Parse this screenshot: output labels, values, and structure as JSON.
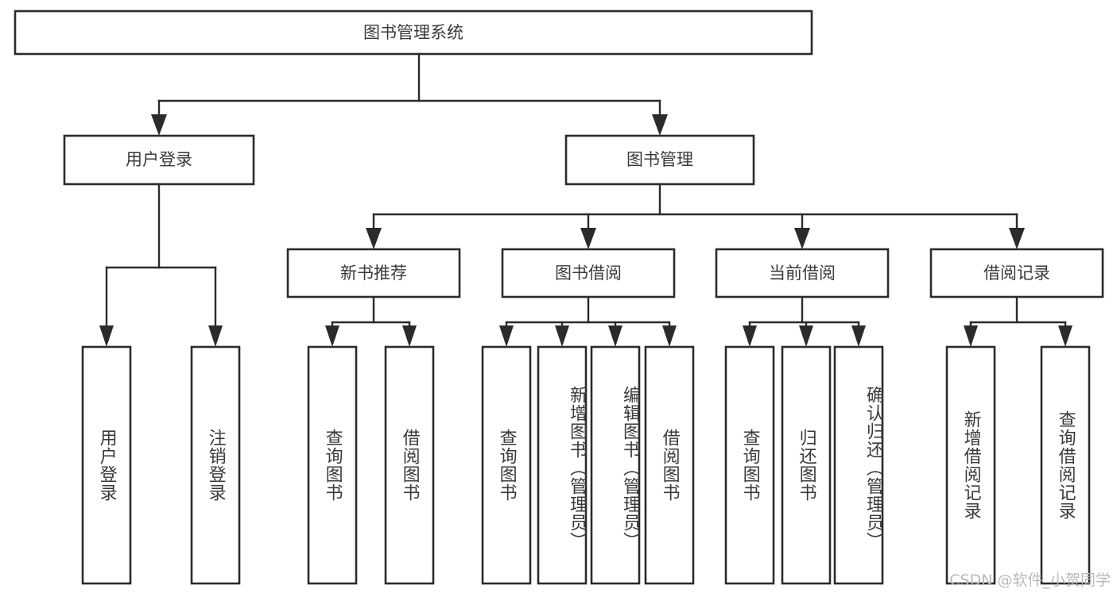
{
  "diagram": {
    "type": "tree-hierarchy",
    "title_node": {
      "label": "图书管理系统"
    },
    "level2": [
      {
        "label": "用户登录"
      },
      {
        "label": "图书管理"
      }
    ],
    "level3": [
      {
        "label": "新书推荐",
        "parent": "图书管理"
      },
      {
        "label": "图书借阅",
        "parent": "图书管理"
      },
      {
        "label": "当前借阅",
        "parent": "图书管理"
      },
      {
        "label": "借阅记录",
        "parent": "图书管理"
      }
    ],
    "leaves": {
      "user_login": [
        {
          "label": "用户登录"
        },
        {
          "label": "注销登录"
        }
      ],
      "new_book": [
        {
          "label": "查询图书"
        },
        {
          "label": "借阅图书"
        }
      ],
      "book_borrow": [
        {
          "label": "查询图书"
        },
        {
          "label": "新增图书（管理员）"
        },
        {
          "label": "编辑图书（管理员）"
        },
        {
          "label": "借阅图书"
        }
      ],
      "current_borrow": [
        {
          "label": "查询图书"
        },
        {
          "label": "归还图书"
        },
        {
          "label": "确认归还（管理员）"
        }
      ],
      "borrow_record": [
        {
          "label": "新增借阅记录"
        },
        {
          "label": "查询借阅记录"
        }
      ]
    }
  },
  "watermark": {
    "text": "CSDN @软件_小贺同学"
  },
  "colors": {
    "stroke": "#2b2b2b",
    "text": "#3a3a3a",
    "background": "#ffffff",
    "watermark": "#b9b9b9"
  }
}
